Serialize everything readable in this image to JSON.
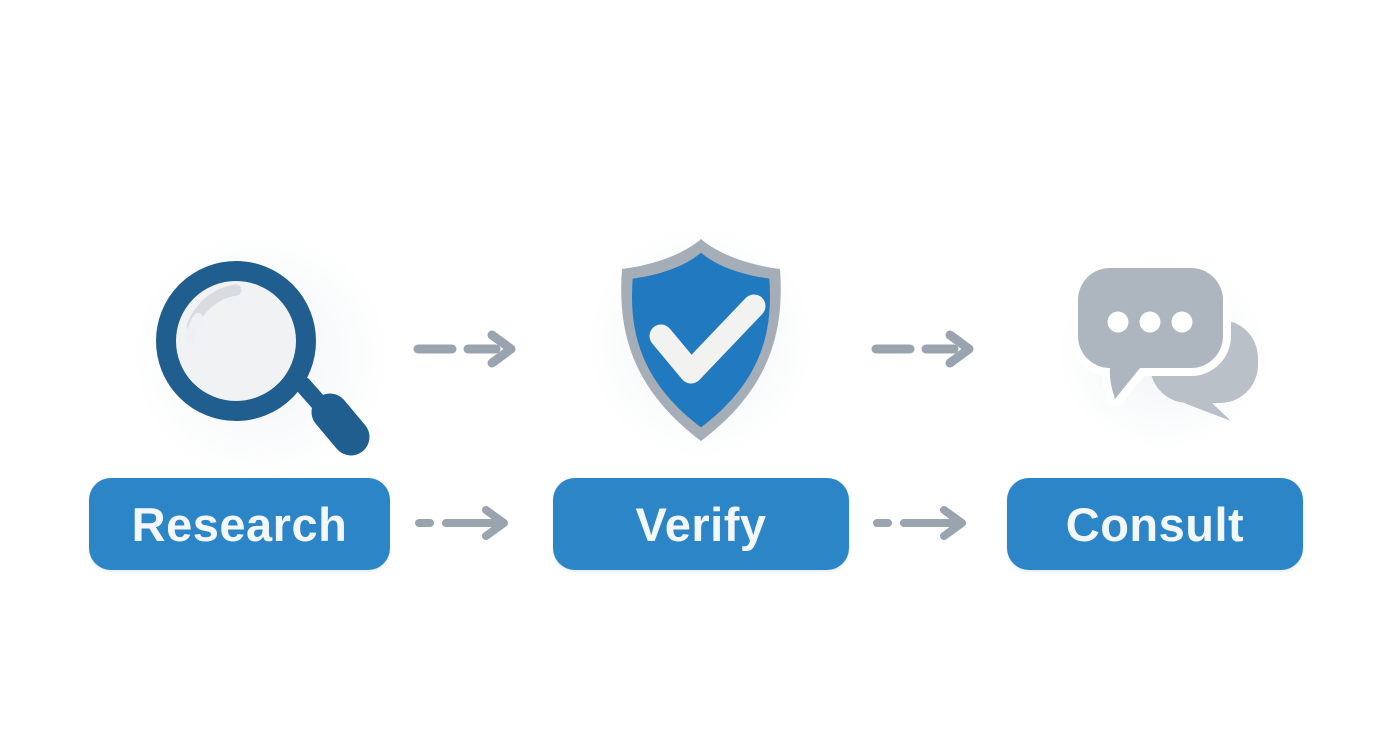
{
  "diagram": {
    "colors": {
      "page_background": "#ffffff",
      "button_blue": "#2b85c7",
      "button_text": "#f3f7fa",
      "magnifier_blue": "#1f5e8e",
      "lens_fill": "#f1f2f3",
      "lens_highlight": "#d8dce1",
      "lens_highlight_bright": "#eef0f3",
      "shield_border": "#a5adb6",
      "shield_blue": "#2179c0",
      "check_color": "#f2f3f1",
      "bubble_main": "#adb5be",
      "bubble_secondary": "#b9c0c8",
      "bubble_dots": "#ffffff",
      "arrow_color": "#9aa4ae"
    },
    "steps": [
      {
        "label": "Research",
        "icon": "magnifier-icon"
      },
      {
        "label": "Verify",
        "icon": "shield-check-icon"
      },
      {
        "label": "Consult",
        "icon": "chat-bubbles-icon"
      }
    ],
    "connector_icon": "dashed-arrow-right-icon"
  }
}
